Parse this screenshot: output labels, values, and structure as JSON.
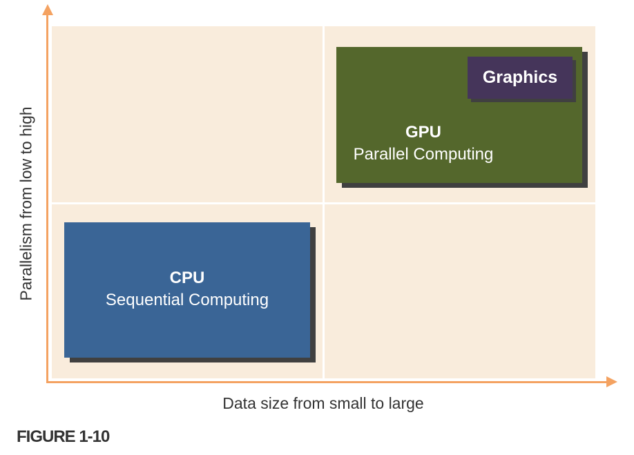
{
  "colors": {
    "axis": "#f4a261",
    "panel": "#f9ecdc",
    "gpu": "#54672c",
    "cpu": "#3a6596",
    "graphics": "#45355a",
    "shadow": "#404040"
  },
  "gpu": {
    "title": "GPU",
    "subtitle": "Parallel Computing",
    "badge": "Graphics"
  },
  "cpu": {
    "title": "CPU",
    "subtitle": "Sequential Computing"
  },
  "axes": {
    "y_label": "Parallelism from low to high",
    "x_label": "Data size from small to large"
  },
  "caption": "FIGURE 1-10"
}
